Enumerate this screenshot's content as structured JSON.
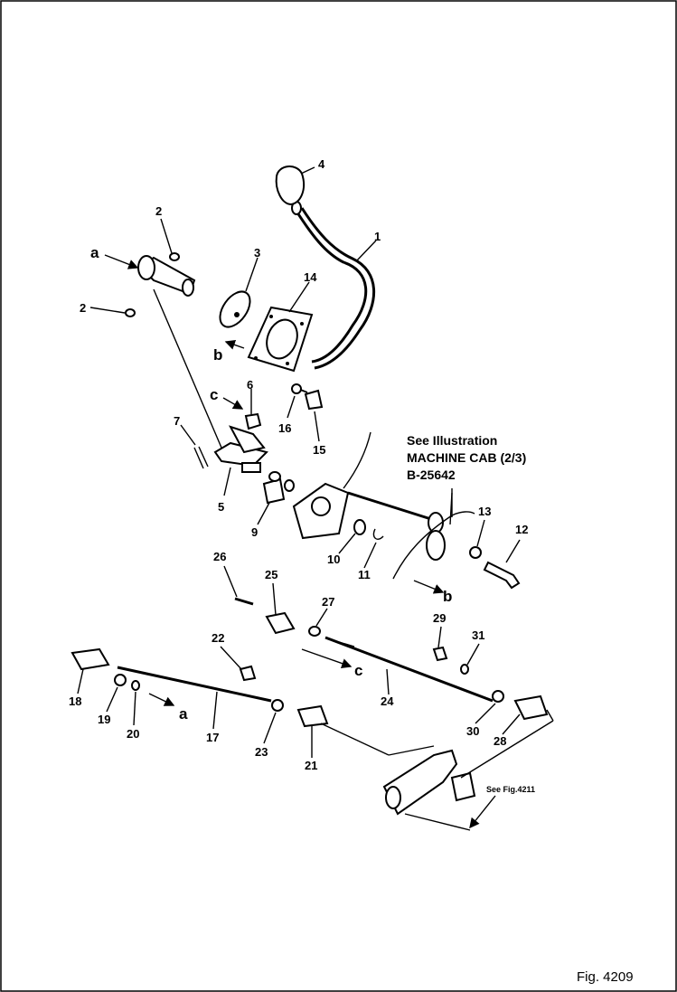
{
  "figure_label": "Fig. 4209",
  "note_cab": {
    "line1": "See Illustration",
    "line2": "MACHINE CAB (2/3)",
    "line3": "B-25642"
  },
  "note_fig": "See Fig.4211",
  "letters": {
    "a": "a",
    "b": "b",
    "c": "c"
  },
  "parts": [
    "1",
    "2",
    "3",
    "4",
    "5",
    "6",
    "7",
    "9",
    "10",
    "11",
    "12",
    "13",
    "14",
    "15",
    "16",
    "17",
    "18",
    "19",
    "20",
    "21",
    "22",
    "23",
    "24",
    "25",
    "26",
    "27",
    "28",
    "29",
    "30",
    "31"
  ]
}
